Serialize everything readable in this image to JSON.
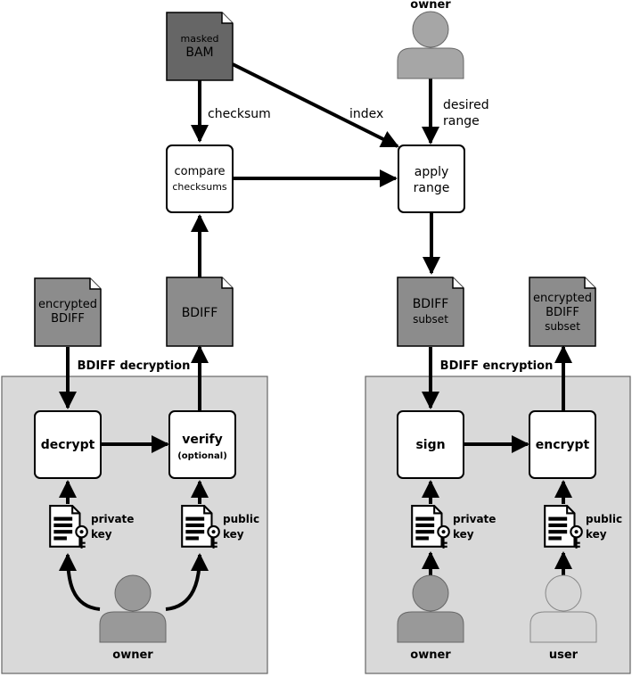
{
  "colors": {
    "doc_dark": "#666666",
    "doc_mid": "#8c8c8c",
    "panel_bg": "#d9d9d9",
    "person_dark": "#a6a6a6",
    "person_mid": "#999999",
    "person_light": "#d6d6d6"
  },
  "documents": {
    "masked_bam": {
      "line1": "masked",
      "line2": "BAM"
    },
    "encrypted_bdiff": {
      "line1": "encrypted",
      "line2": "BDIFF"
    },
    "bdiff": {
      "line1": "BDIFF"
    },
    "bdiff_subset": {
      "line1": "BDIFF",
      "line2": "subset"
    },
    "encrypted_bdiff_subset": {
      "line1": "encrypted",
      "line2": "BDIFF",
      "line3": "subset"
    }
  },
  "processes": {
    "compare": {
      "line1": "compare",
      "line2": "checksums"
    },
    "apply": {
      "line1": "apply",
      "line2": "range"
    },
    "decrypt": {
      "line1": "decrypt"
    },
    "verify": {
      "line1": "verify",
      "line2": "(optional)"
    },
    "sign": {
      "line1": "sign"
    },
    "encrypt": {
      "line1": "encrypt"
    }
  },
  "edge_labels": {
    "checksum": "checksum",
    "index": "index",
    "desired_line1": "desired",
    "desired_line2": "range"
  },
  "panels": {
    "decryption_title": "BDIFF decryption",
    "encryption_title": "BDIFF encryption"
  },
  "keys": {
    "private_line1": "private",
    "public_line1": "public",
    "key_line2": "key"
  },
  "people": {
    "owner_top": "owner",
    "owner_left": "owner",
    "owner_right": "owner",
    "user": "user"
  }
}
